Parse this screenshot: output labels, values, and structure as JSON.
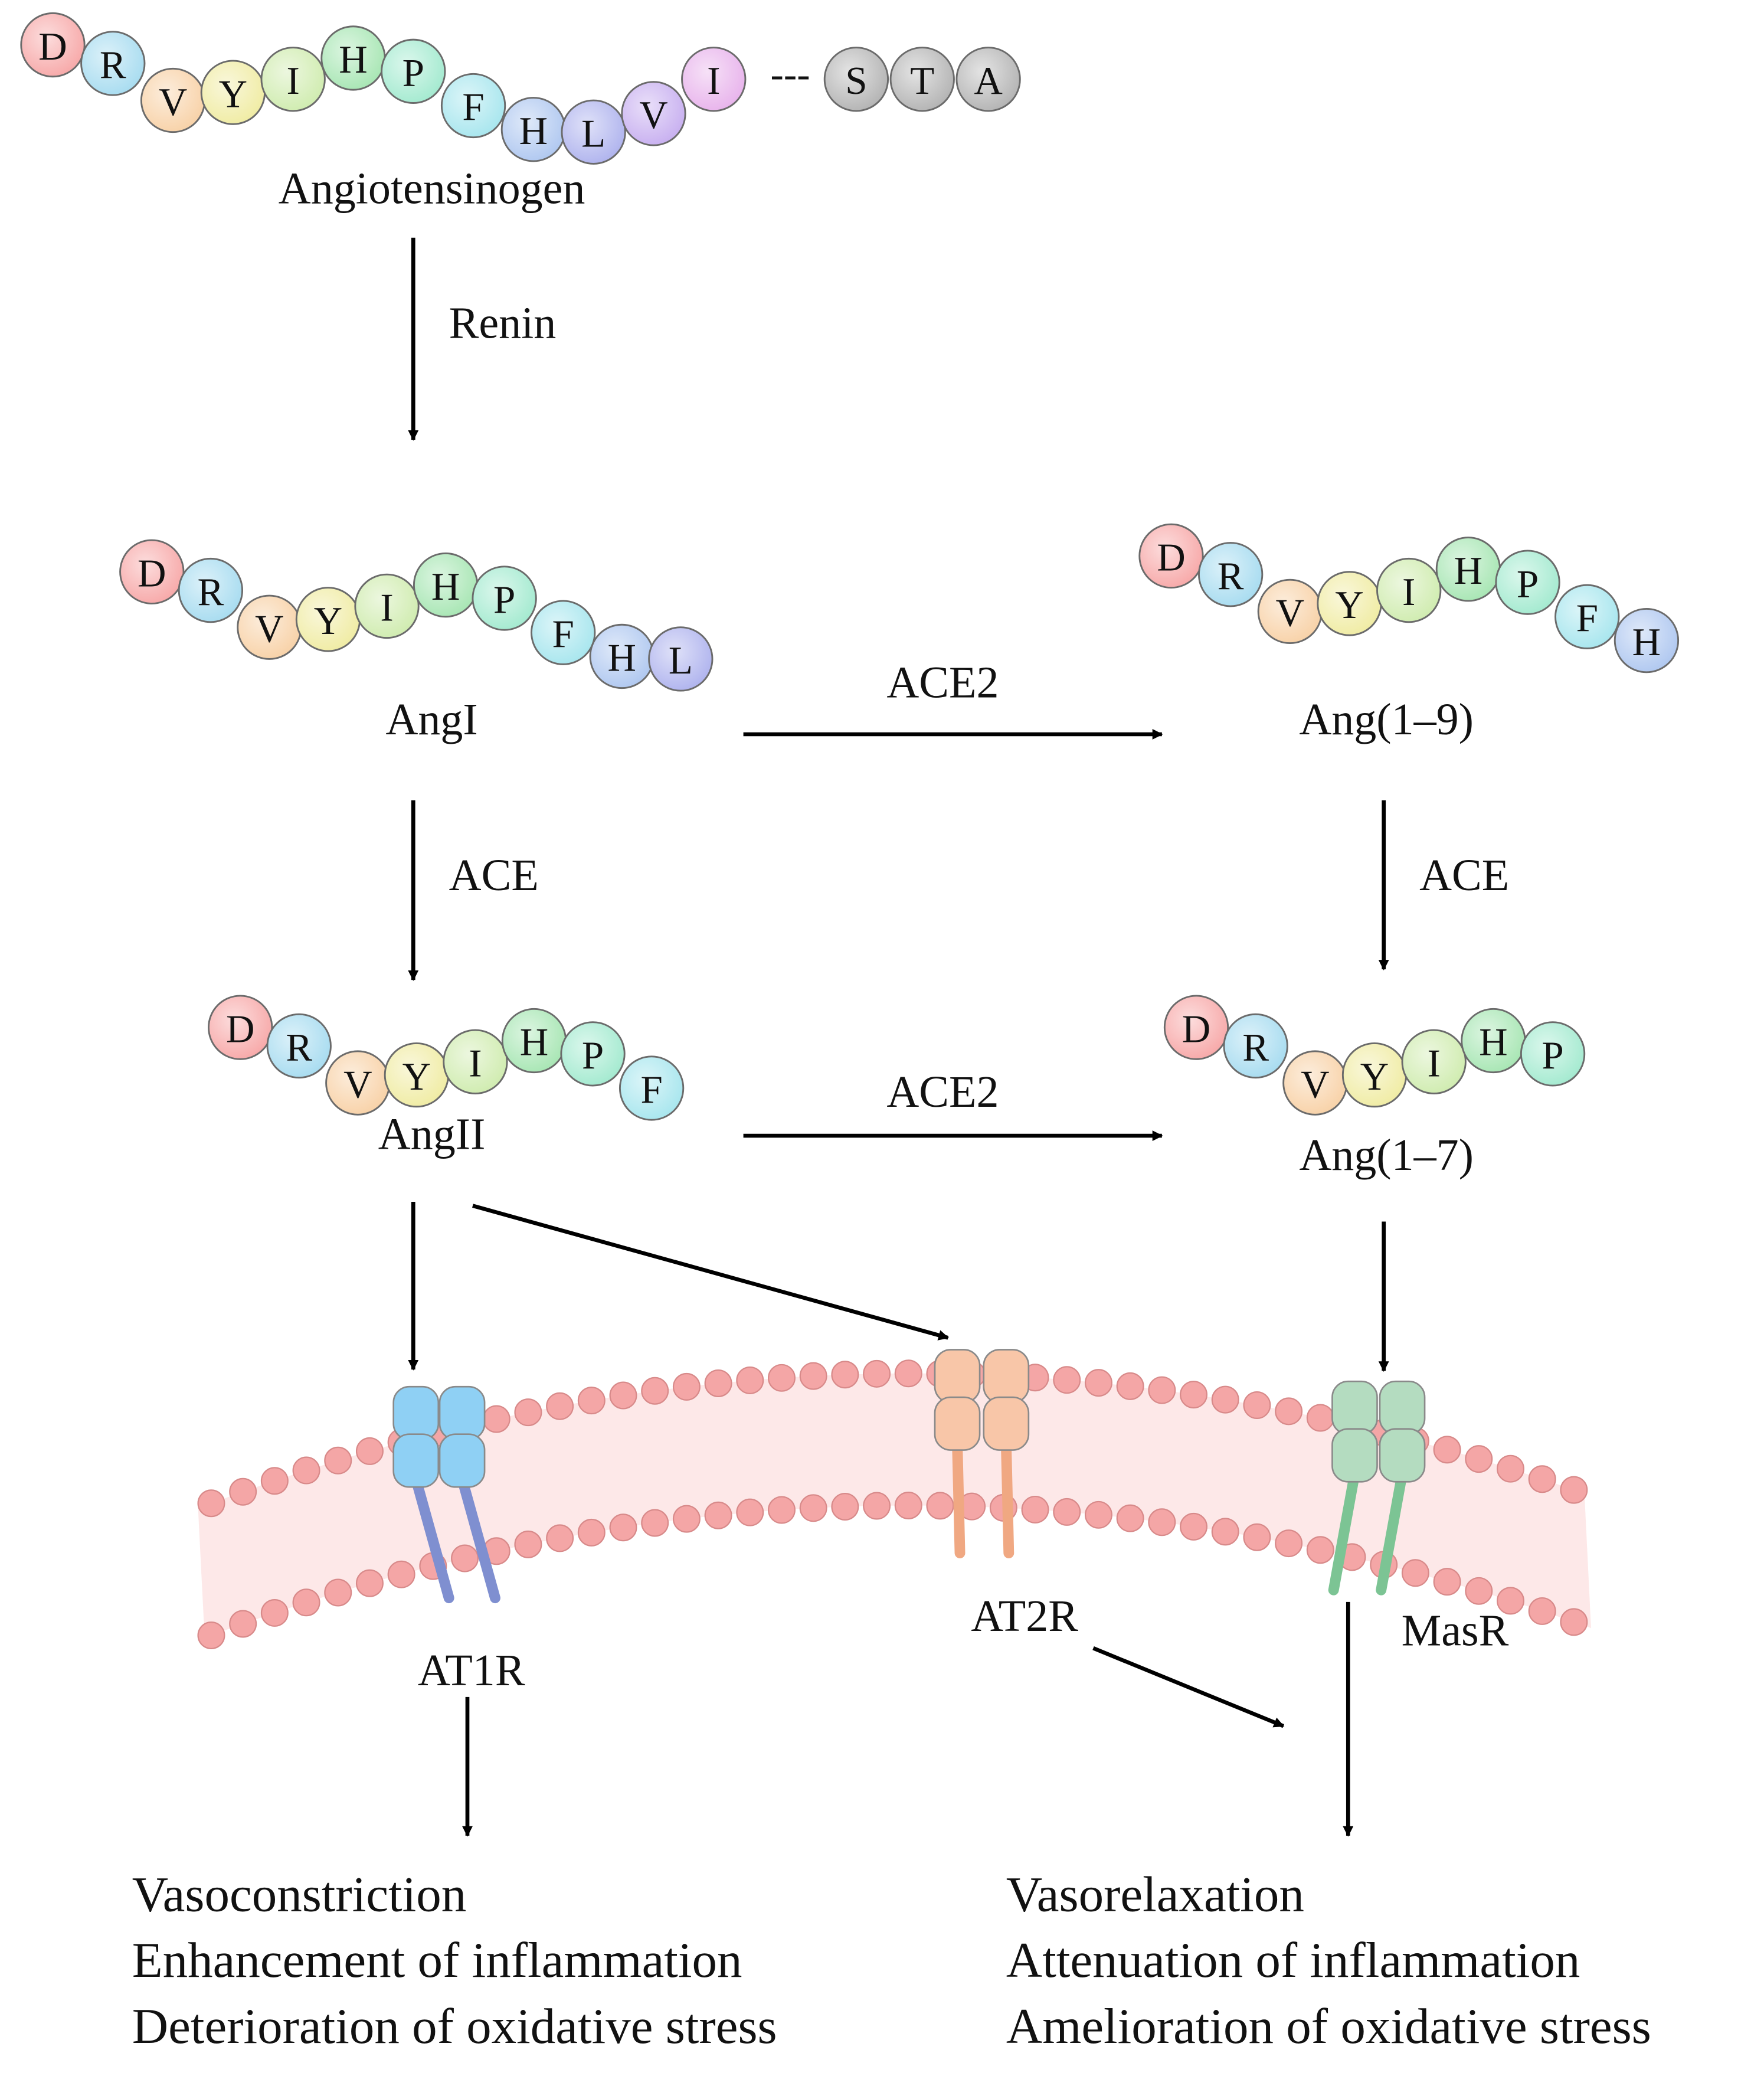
{
  "colors": {
    "D": "#f7a9a9",
    "R": "#a8dcf0",
    "V": "#f8d2a8",
    "Y": "#f0eca4",
    "I": "#d0ecb0",
    "H": "#a8e6b4",
    "P": "#a4ead0",
    "F": "#a8e6ee",
    "Hb": "#b0c8f0",
    "L": "#b0b4ee",
    "Vp": "#c8b0f0",
    "Ip": "#e8b4ec",
    "gray": "#b4b4b4",
    "membrane": "#fde4e4",
    "lipid": "#f4a6a6",
    "at1r": "#8fd0f4",
    "at1r_stem": "#7f8fd0",
    "at2r": "#f8c6a8",
    "at2r_stem": "#f0a882",
    "masr": "#b4dcc0",
    "masr_stem": "#7cc494"
  },
  "molecules": {
    "angiotensinogen": {
      "label": "Angiotensinogen",
      "residues": [
        "D",
        "R",
        "V",
        "Y",
        "I",
        "H",
        "P",
        "F",
        "H",
        "L",
        "V",
        "I"
      ],
      "separator": "---",
      "tail": [
        "S",
        "T",
        "A"
      ]
    },
    "ang1": {
      "label": "AngI",
      "residues": [
        "D",
        "R",
        "V",
        "Y",
        "I",
        "H",
        "P",
        "F",
        "H",
        "L"
      ]
    },
    "ang1_9": {
      "label": "Ang(1–9)",
      "residues": [
        "D",
        "R",
        "V",
        "Y",
        "I",
        "H",
        "P",
        "F",
        "H"
      ]
    },
    "ang2": {
      "label": "AngII",
      "residues": [
        "D",
        "R",
        "V",
        "Y",
        "I",
        "H",
        "P",
        "F"
      ]
    },
    "ang1_7": {
      "label": "Ang(1–7)",
      "residues": [
        "D",
        "R",
        "V",
        "Y",
        "I",
        "H",
        "P"
      ]
    }
  },
  "enzymes": {
    "renin": "Renin",
    "ace_left": "ACE",
    "ace_right": "ACE",
    "ace2_top": "ACE2",
    "ace2_bottom": "ACE2"
  },
  "receptors": {
    "at1r": "AT1R",
    "at2r": "AT2R",
    "masr": "MasR"
  },
  "outcomes": {
    "left": [
      "Vasoconstriction",
      "Enhancement of inflammation",
      "Deterioration of oxidative stress"
    ],
    "right": [
      "Vasorelaxation",
      "Attenuation of inflammation",
      "Amelioration of oxidative stress"
    ]
  }
}
